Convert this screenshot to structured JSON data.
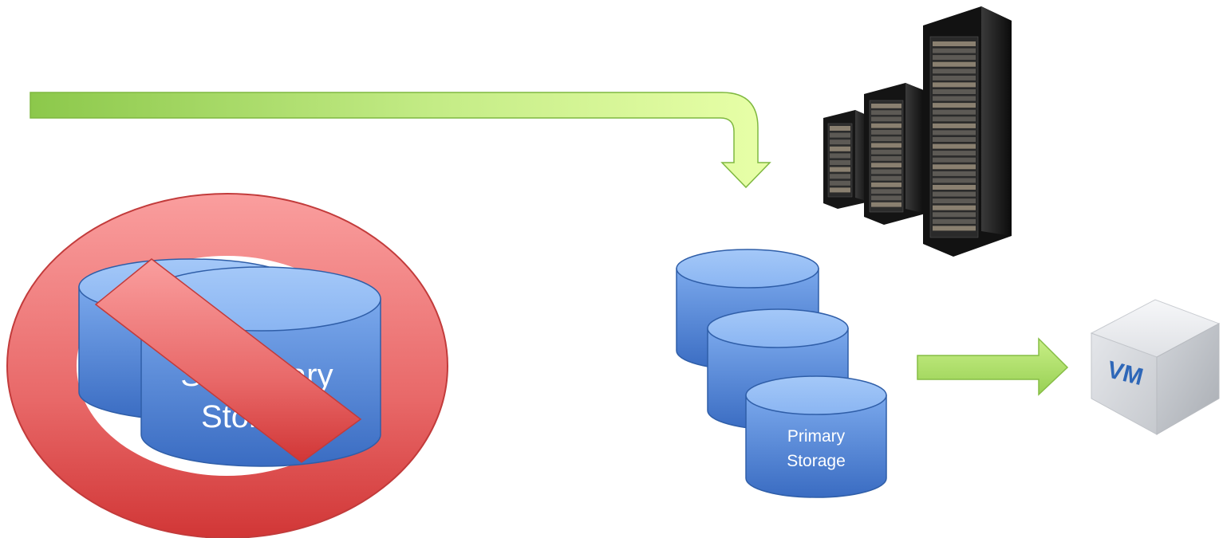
{
  "secondary_storage": {
    "label_line1": "Secondary",
    "label_line2": "Storage",
    "status": "prohibited"
  },
  "primary_storage": {
    "label_line1": "Primary",
    "label_line2": "Storage"
  },
  "vm": {
    "label": "VM"
  },
  "icons": {
    "servers": "server-rack-icon",
    "prohibited": "prohibited-sign-icon",
    "vm": "vm-cube-icon",
    "database": "database-cylinder-icon"
  },
  "colors": {
    "arrow_green_dark": "#8fca4e",
    "arrow_green_light": "#e6ffa3",
    "cylinder_top": "#94bdf5",
    "cylinder_body_light": "#6fa0e8",
    "cylinder_body_dark": "#3c6fc5",
    "cylinder_stroke": "#2f5ea8",
    "prohibited_top": "#f89a9a",
    "prohibited_bottom": "#d23a3a"
  }
}
